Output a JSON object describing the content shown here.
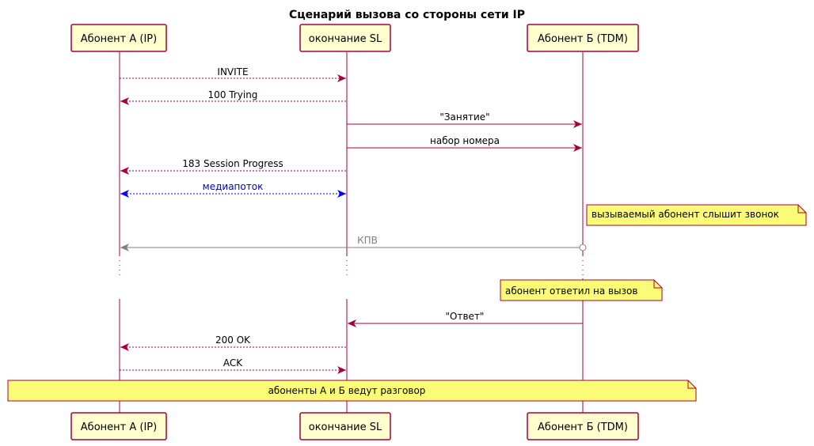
{
  "title": "Сценарий вызова со стороны сети IP",
  "colors": {
    "participant_fill": "#FEFECE",
    "participant_border": "#A80036",
    "lifeline": "#A80036",
    "arrow": "#A80036",
    "media_arrow": "#0000FF",
    "kpv_arrow": "#808080",
    "note_fill": "#FBFB77",
    "note_border": "#A80036"
  },
  "participants": [
    {
      "id": "a",
      "label": "Абонент А (IP)"
    },
    {
      "id": "sl",
      "label": "окончание SL"
    },
    {
      "id": "b",
      "label": "Абонент Б (TDM)"
    }
  ],
  "messages": [
    {
      "from": "a",
      "to": "sl",
      "label": "INVITE",
      "style": "dashed"
    },
    {
      "from": "sl",
      "to": "a",
      "label": "100 Trying",
      "style": "dashed"
    },
    {
      "from": "sl",
      "to": "b",
      "label": "\"Занятие\"",
      "style": "solid"
    },
    {
      "from": "sl",
      "to": "b",
      "label": "набор номера",
      "style": "solid"
    },
    {
      "from": "sl",
      "to": "a",
      "label": "183 Session Progress",
      "style": "dashed"
    },
    {
      "from": "a",
      "to": "sl",
      "label": "медиапоток",
      "style": "dashed-both",
      "color": "blue"
    },
    {
      "from": "b",
      "to": "a",
      "label": "КПВ",
      "style": "solid-circle",
      "color": "gray"
    },
    {
      "from": "b",
      "to": "sl",
      "label": "\"Ответ\"",
      "style": "solid"
    },
    {
      "from": "sl",
      "to": "a",
      "label": "200 OK",
      "style": "dashed"
    },
    {
      "from": "a",
      "to": "sl",
      "label": "ACK",
      "style": "dashed"
    }
  ],
  "notes": [
    {
      "label": "вызываемый абонент слышит звонок",
      "position": "right of Абонент Б (TDM)"
    },
    {
      "label": "абонент ответил на вызов",
      "position": "over Абонент Б (TDM)"
    },
    {
      "label": "абоненты А и Б ведут разговор",
      "position": "across Абонент А (IP) – Абонент Б (TDM)"
    }
  ]
}
